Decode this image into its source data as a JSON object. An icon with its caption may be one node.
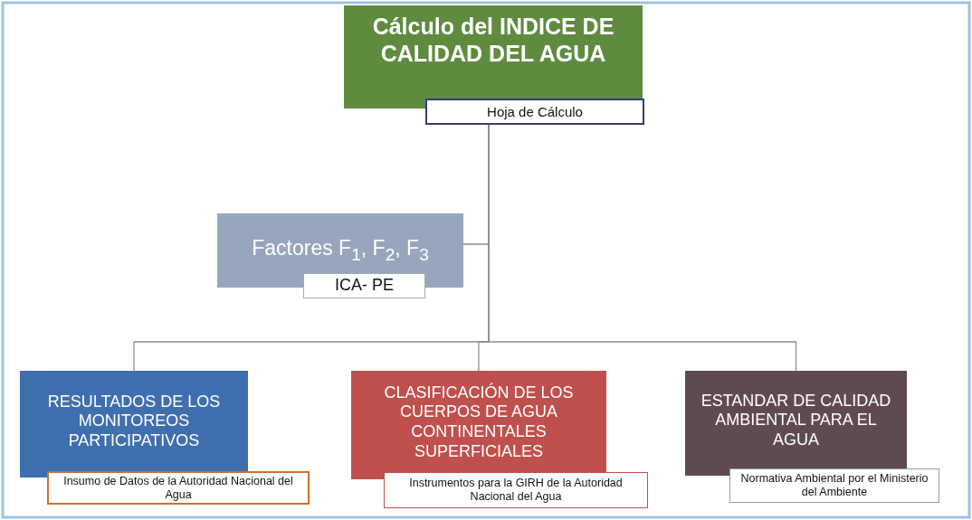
{
  "diagram": {
    "nodes": [
      {
        "text": [
          "Cálculo del INDICE DE CALIDAD DEL AGUA"
        ]
      },
      {
        "text": [
          "Hoja de Cálculo"
        ]
      },
      {
        "text": [
          "Factores F$_{1}$, F$_{2}$, F$_{3}$"
        ]
      },
      {
        "text": [
          "ICA- PE"
        ]
      },
      {
        "text": [
          "RESULTADOS DE LOS MONITOREOS PARTICIPATIVOS"
        ]
      },
      {
        "text": [
          "Insumo de Datos de la Autoridad Nacional del Agua"
        ]
      },
      {
        "text": [
          "CLASIFICACIÓN DE LOS CUERPOS DE AGUA CONTINENTALES SUPERFICIALES"
        ]
      },
      {
        "text": [
          "Instrumentos para la GIRH de la Autoridad Nacional del Agua"
        ]
      },
      {
        "text": [
          "ESTANDAR DE CALIDAD AMBIENTAL PARA EL AGUA"
        ]
      },
      {
        "text": [
          "Normativa Ambiental por el Ministerio del Ambiente"
        ]
      }
    ],
    "edges": [
      {
        "from": 1,
        "to": 2,
        "arrow": "none"
      },
      {
        "from": 1,
        "to": 4,
        "arrow": "none"
      },
      {
        "from": 1,
        "to": 6,
        "arrow": "none"
      },
      {
        "from": 1,
        "to": 8,
        "arrow": "none"
      }
    ]
  }
}
